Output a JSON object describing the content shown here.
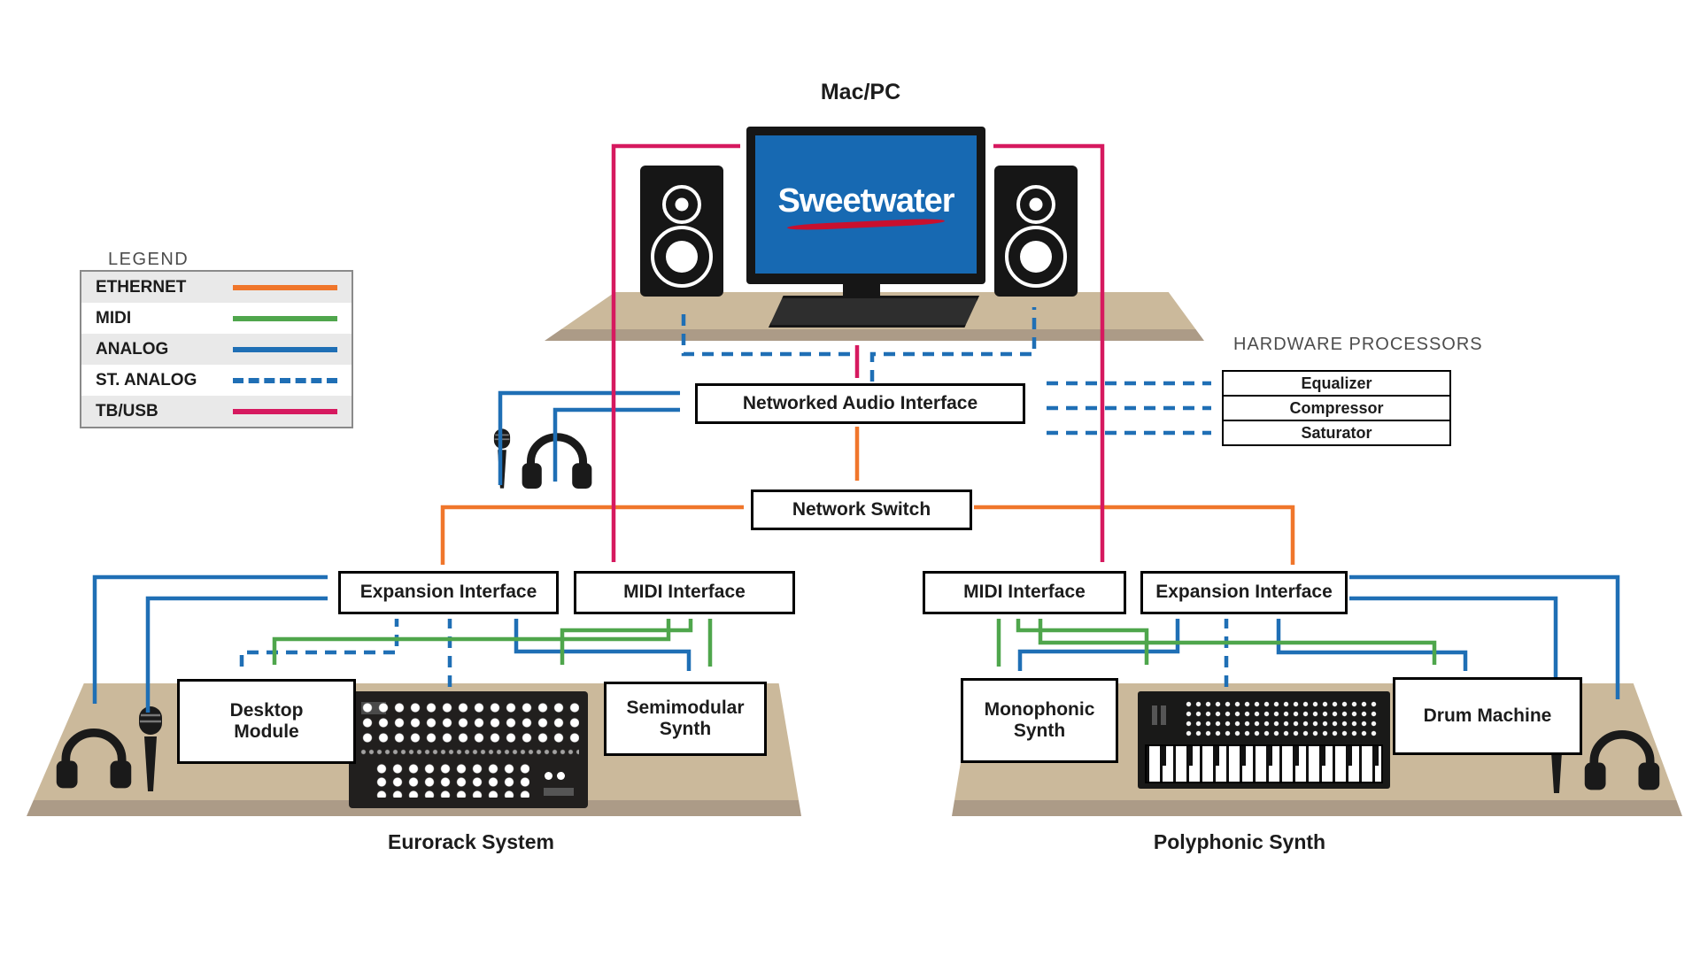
{
  "page_title": "Mac/PC",
  "monitor": {
    "brand": "Sweetwater"
  },
  "legend": {
    "title": "LEGEND",
    "items": [
      {
        "label": "ETHERNET",
        "color": "#F0762B",
        "line_style": "solid"
      },
      {
        "label": "MIDI",
        "color": "#4FA64C",
        "line_style": "solid"
      },
      {
        "label": "ANALOG",
        "color": "#1F6FB5",
        "line_style": "solid"
      },
      {
        "label": "ST. ANALOG",
        "color": "#1F6FB5",
        "line_style": "dashed"
      },
      {
        "label": "TB/USB",
        "color": "#D6195F",
        "line_style": "solid"
      }
    ]
  },
  "hardware_processors": {
    "title": "HARDWARE PROCESSORS",
    "items": [
      "Equalizer",
      "Compressor",
      "Saturator"
    ]
  },
  "nodes": {
    "networked_audio_interface": "Networked Audio Interface",
    "network_switch": "Network Switch",
    "left_expansion_interface": "Expansion Interface",
    "left_midi_interface": "MIDI Interface",
    "right_midi_interface": "MIDI Interface",
    "right_expansion_interface": "Expansion Interface",
    "desktop_module": "Desktop Module",
    "semimodular_synth": "Semimodular Synth",
    "monophonic_synth": "Monophonic Synth",
    "drum_machine": "Drum Machine"
  },
  "captions": {
    "left_station": "Eurorack System",
    "right_station": "Polyphonic Synth"
  }
}
